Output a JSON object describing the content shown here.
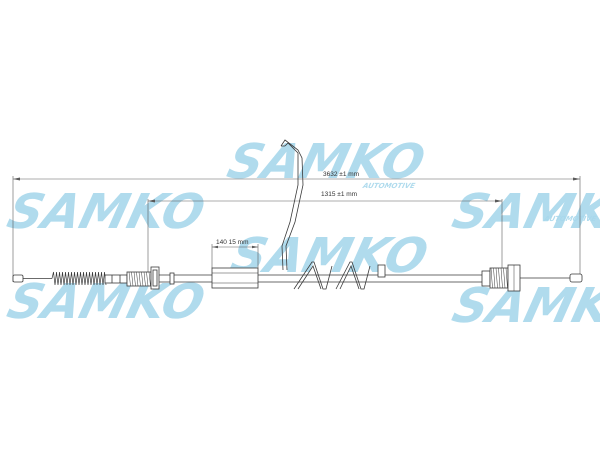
{
  "colors": {
    "watermark": "#a8d8ec",
    "line": "#3a3a3a",
    "dim": "#5a5a5a"
  },
  "watermark": {
    "brand": "SAMKO",
    "tagline": "AUTOMOTIVE"
  },
  "dimensions": {
    "overall": "3632 ±1 mm",
    "inner": "1315 ±1 mm",
    "sleeve": "140 15 mm"
  }
}
